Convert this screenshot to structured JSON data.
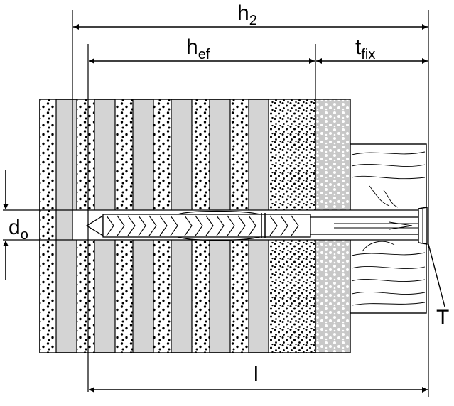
{
  "labels": {
    "h2": {
      "main": "h",
      "sub": "2"
    },
    "hef": {
      "main": "h",
      "sub": "ef"
    },
    "tfix": {
      "main": "t",
      "sub": "fix"
    },
    "d0": {
      "main": "d",
      "sub": "o"
    },
    "T": "T",
    "l": "l"
  },
  "colors": {
    "line": "#000000",
    "strip_gray": "#d4d4d4",
    "plaster": "#c8c8c8",
    "background": "#ffffff"
  }
}
